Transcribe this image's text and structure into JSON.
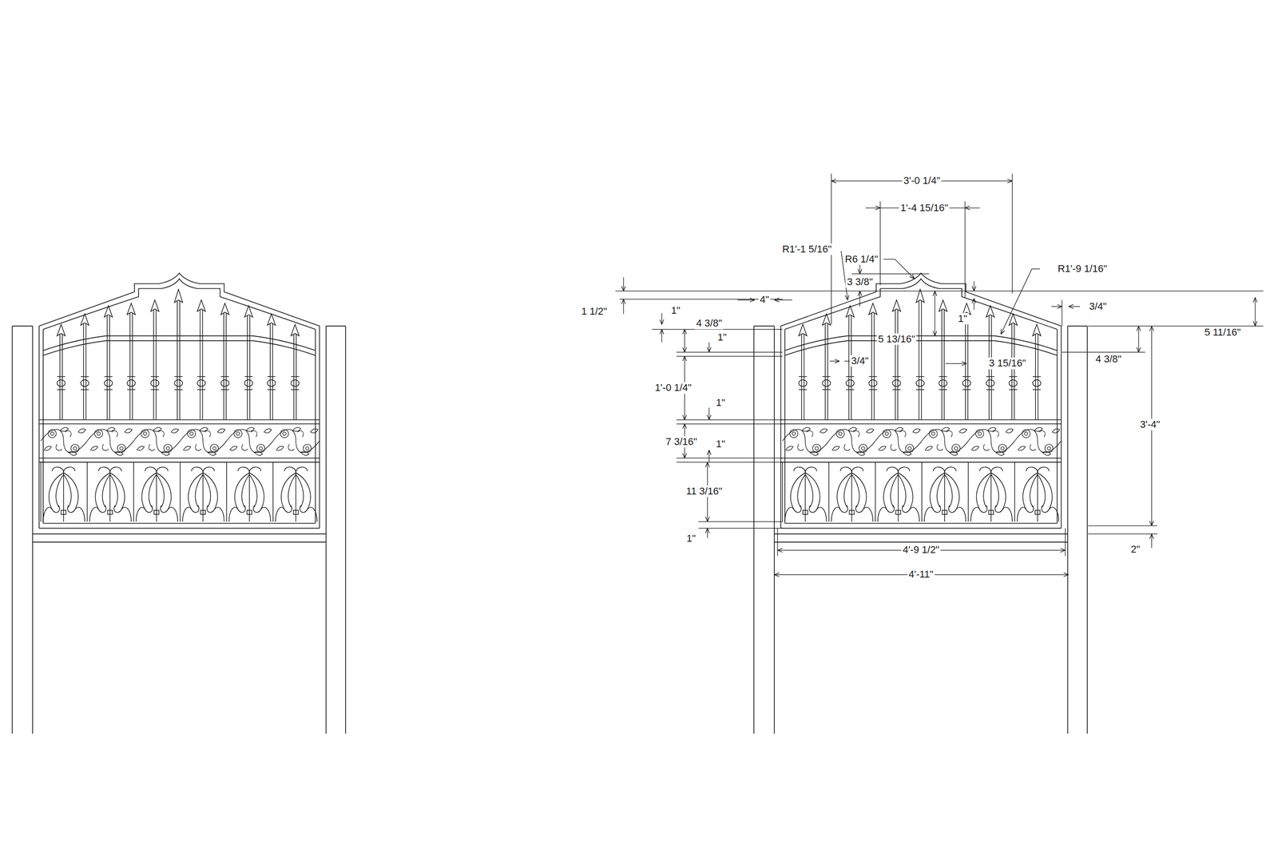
{
  "diagram": {
    "labels": [
      "3'-0 1/4\"",
      "1'-4 15/16\"",
      "R1'-1 5/16\"",
      "R6 1/4\"",
      "R1'-9 1/16\"",
      "3 3/8\"",
      "1 1/2\"",
      "4\"",
      "3/4\"",
      "1\"",
      "4 3/8\"",
      "1\"",
      "5 11/16\"",
      "5 13/16\"",
      "1\"",
      "4 3/8\"",
      "3/4\"",
      "3 15/16\"",
      "1'-0 1/4\"",
      "1\"",
      "3'-4\"",
      "7 3/16\"",
      "1\"",
      "11 3/16\"",
      "1\"",
      "2\"",
      "4'-9 1/2\"",
      "4'-11\""
    ]
  }
}
